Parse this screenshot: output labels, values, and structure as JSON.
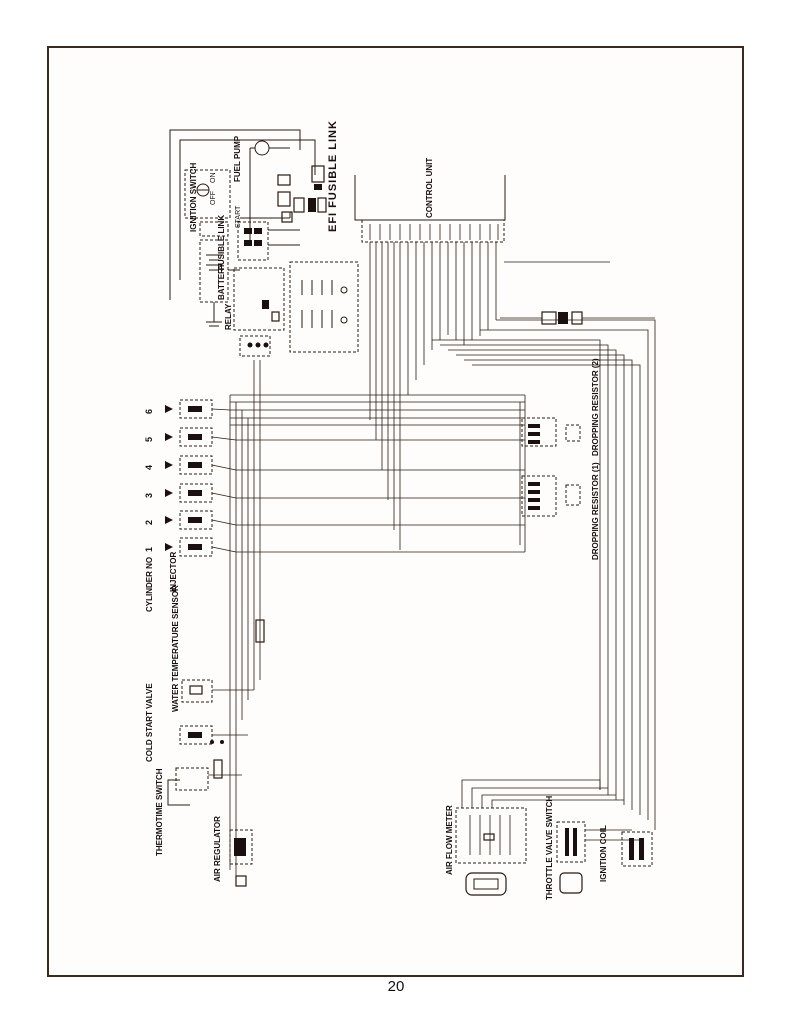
{
  "page": {
    "number": "20"
  },
  "labels": {
    "fuel_pump": "FUEL PUMP",
    "efi_fusible_link": "EFI FUSIBLE LINK",
    "ignition_switch": "IGNITION SWITCH",
    "off": "OFF",
    "on": "ON",
    "start": "START",
    "fusible_link": "FUSIBLE LINK",
    "battery": "BATTERY",
    "relay": "RELAY",
    "control_unit": "CONTROL UNIT",
    "cylinder_no": "CYLINDER NO",
    "injector": "INJECTOR",
    "water_temperature_sensor": "WATER TEMPERATURE SENSOR",
    "cold_start_valve": "COLD START VALVE",
    "thermotime_switch": "THERMOTIME SWITCH",
    "air_regulator": "AIR REGULATOR",
    "air_flow_meter": "AIR FLOW METER",
    "throttle_valve_switch": "THROTTLE VALVE SWITCH",
    "ignition_coil": "IGNITION COIL",
    "dropping_resistor_1": "DROPPING RESISTOR (1)",
    "dropping_resistor_2": "DROPPING RESISTOR (2)"
  },
  "cylinders": [
    "1",
    "2",
    "3",
    "4",
    "5",
    "6"
  ]
}
